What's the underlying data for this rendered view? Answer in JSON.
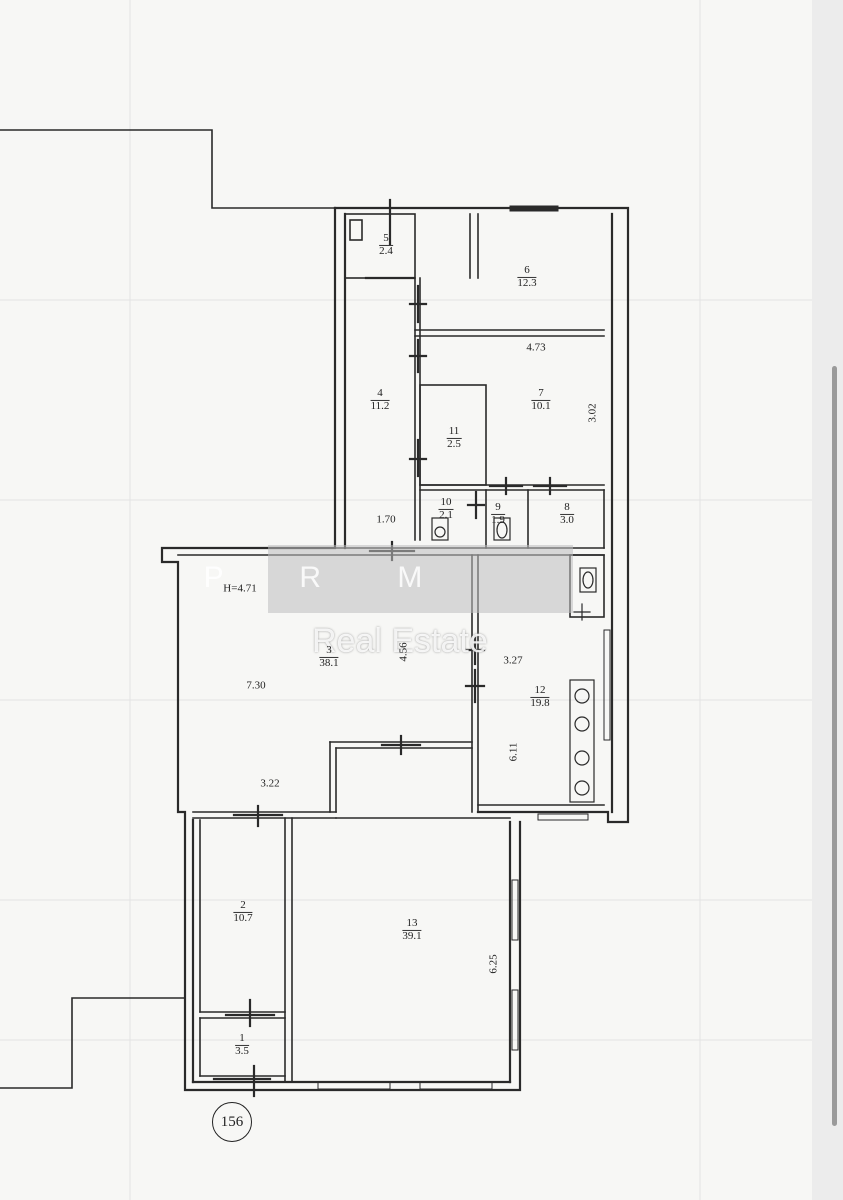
{
  "rooms": [
    {
      "num": "1",
      "area": "3.5"
    },
    {
      "num": "2",
      "area": "10.7"
    },
    {
      "num": "3",
      "area": "38.1"
    },
    {
      "num": "4",
      "area": "11.2"
    },
    {
      "num": "5",
      "area": "2.4"
    },
    {
      "num": "6",
      "area": "12.3"
    },
    {
      "num": "7",
      "area": "10.1"
    },
    {
      "num": "8",
      "area": "3.0"
    },
    {
      "num": "9",
      "area": "1.9"
    },
    {
      "num": "10",
      "area": "2.1"
    },
    {
      "num": "11",
      "area": "2.5"
    },
    {
      "num": "12",
      "area": "19.8"
    },
    {
      "num": "13",
      "area": "39.1"
    }
  ],
  "dimensions": {
    "d_473": "4.73",
    "d_302": "3.02",
    "d_170": "1.70",
    "height": "H=4.71",
    "d_730": "7.30",
    "d_456": "4.56",
    "d_327": "3.27",
    "d_611": "6.11",
    "d_322": "3.22",
    "d_625": "6.25"
  },
  "plot_number": "156",
  "watermark": {
    "letters": "P R M",
    "text": "Real Estate"
  },
  "colors": {
    "line": "#2a2a2a",
    "paper": "#f7f7f5"
  }
}
